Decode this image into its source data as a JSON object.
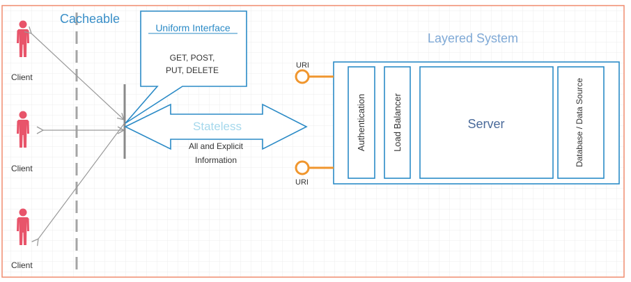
{
  "labels": {
    "cacheable": "Cacheable",
    "uniform_interface": "Uniform Interface",
    "methods_line1": "GET, POST,",
    "methods_line2": "PUT, DELETE",
    "layered_system": "Layered System",
    "stateless": "Stateless",
    "stateless_sub1": "All and Explicit",
    "stateless_sub2": "Information",
    "uri_top": "URI",
    "uri_bottom": "URI"
  },
  "clients": [
    {
      "label": "Client"
    },
    {
      "label": "Client"
    },
    {
      "label": "Client"
    }
  ],
  "layers": [
    {
      "label": "Authentication",
      "orientation": "vertical"
    },
    {
      "label": "Load Balancer",
      "orientation": "vertical"
    },
    {
      "label": "Server",
      "orientation": "horizontal"
    },
    {
      "label": "Database / Data Source",
      "orientation": "vertical"
    }
  ],
  "colors": {
    "border": "#f08c6e",
    "blue": "#2a8ac6",
    "cacheable_text": "#3a8fc8",
    "layered_text": "#7fa9d6",
    "stateless_text": "#a5d8ec",
    "orange": "#f0962e",
    "client_red": "#e8546a",
    "grid": "#ececec",
    "gray_line": "#9a9a9a"
  },
  "icons": {
    "client": "person-icon",
    "uri": "uri-connector-icon"
  }
}
